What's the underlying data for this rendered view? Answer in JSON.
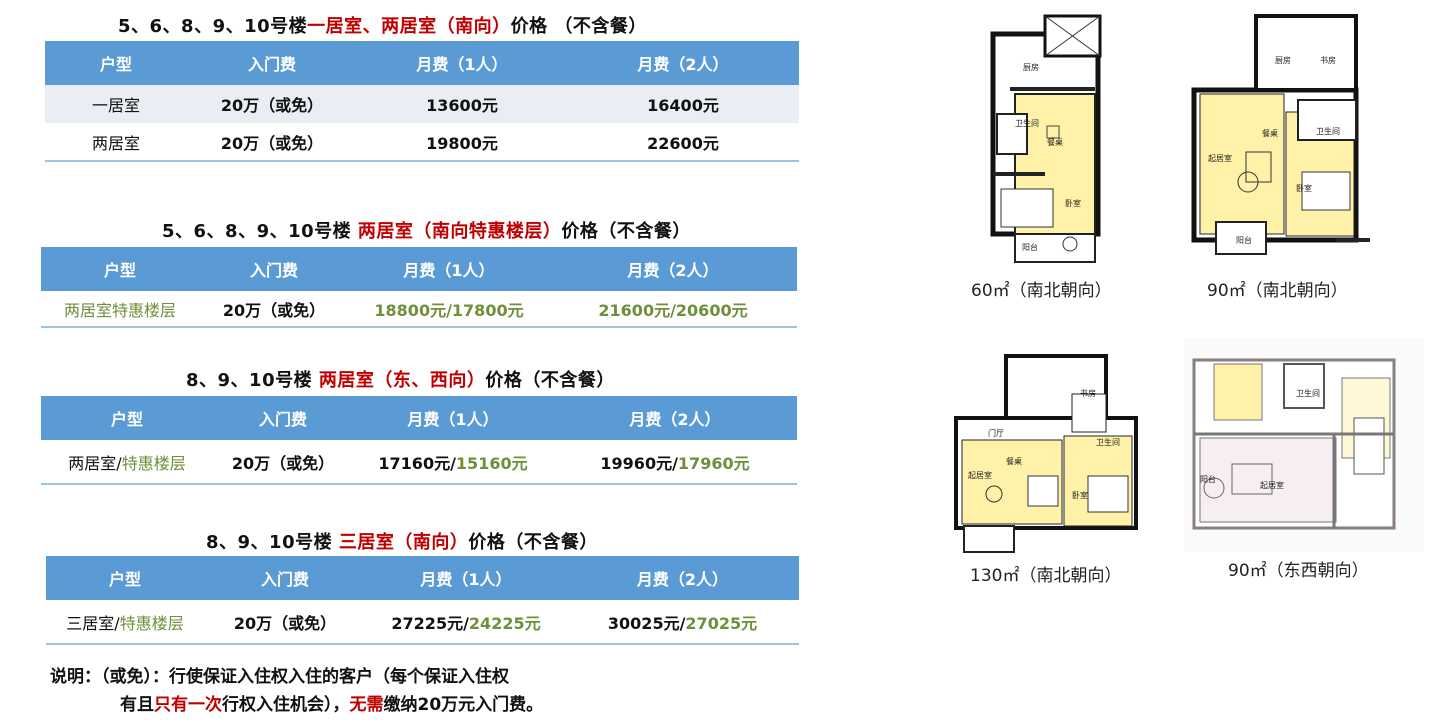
{
  "sections": [
    {
      "title": {
        "a": "5、6、8、9、10号楼",
        "b": "一居室、两居室（南向）",
        "c": "价格 （不含餐）"
      },
      "headers": [
        "户型",
        "入门费",
        "月费（1人）",
        "月费（2人）"
      ],
      "rows": [
        {
          "type": "一居室",
          "fee": "20万（或免）",
          "m1a": "13600元",
          "m1b": "",
          "m2a": "16400元",
          "m2b": ""
        },
        {
          "type": "两居室",
          "fee": "20万（或免）",
          "m1a": "19800元",
          "m1b": "",
          "m2a": "22600元",
          "m2b": ""
        }
      ]
    },
    {
      "title": {
        "a": "5、6、8、9、10号楼 ",
        "b": "两居室（南向特惠楼层）",
        "c": "价格（不含餐）"
      },
      "headers": [
        "户型",
        "入门费",
        "月费（1人）",
        "月费（2人）"
      ],
      "rows": [
        {
          "type": "两居室特惠楼层",
          "fee": "20万（或免）",
          "m1": "18800元/17800元",
          "m2": "21600元/20600元"
        }
      ]
    },
    {
      "title": {
        "a": "8、9、10号楼 ",
        "b": "两居室（东、西向）",
        "c": "价格（不含餐）"
      },
      "headers": [
        "户型",
        "入门费",
        "月费（1人）",
        "月费（2人）"
      ],
      "rows": [
        {
          "type_a": "两居室/",
          "type_b": "特惠楼层",
          "fee": "20万（或免）",
          "m1a": "17160元/",
          "m1b": "15160元",
          "m2a": "19960元/",
          "m2b": "17960元"
        }
      ]
    },
    {
      "title": {
        "a": "8、9、10号楼 ",
        "b": "三居室（南向）",
        "c": "价格（不含餐）"
      },
      "headers": [
        "户型",
        "入门费",
        "月费（1人）",
        "月费（2人）"
      ],
      "rows": [
        {
          "type_a": "三居室/",
          "type_b": "特惠楼层",
          "fee": "20万（或免）",
          "m1a": "27225元/",
          "m1b": "24225元",
          "m2a": "30025元/",
          "m2b": "27025元"
        }
      ]
    }
  ],
  "note": {
    "line1": "说明：（或免）：行使保证入住权入住的客户（每个保证入住权",
    "line2_a": "有且",
    "line2_b": "只有一次",
    "line2_c": "行权入住机会），",
    "line2_d": "无需",
    "line2_e": "缴纳20万元入门费。"
  },
  "floor_plans": [
    {
      "caption": "60㎡（南北朝向）",
      "labels": [
        "厨房",
        "卫生间",
        "餐桌",
        "卧室",
        "阳台"
      ]
    },
    {
      "caption": "90㎡（南北朝向）",
      "labels": [
        "厨房",
        "书房",
        "卫生间",
        "餐桌",
        "起居室",
        "卧室",
        "阳台"
      ]
    },
    {
      "caption": "130㎡（南北朝向）",
      "labels": [
        "门厅",
        "起居室",
        "书房",
        "卫生间",
        "卧室",
        "餐桌"
      ]
    },
    {
      "caption": "90㎡（东西朝向）",
      "labels": [
        "卫生间",
        "起居室",
        "阳台"
      ]
    }
  ],
  "colors": {
    "header_bg": "#5b9bd5",
    "accent_red": "#c00000",
    "accent_green": "#6f8f3a",
    "floor_yellow": "#fff2a8"
  }
}
